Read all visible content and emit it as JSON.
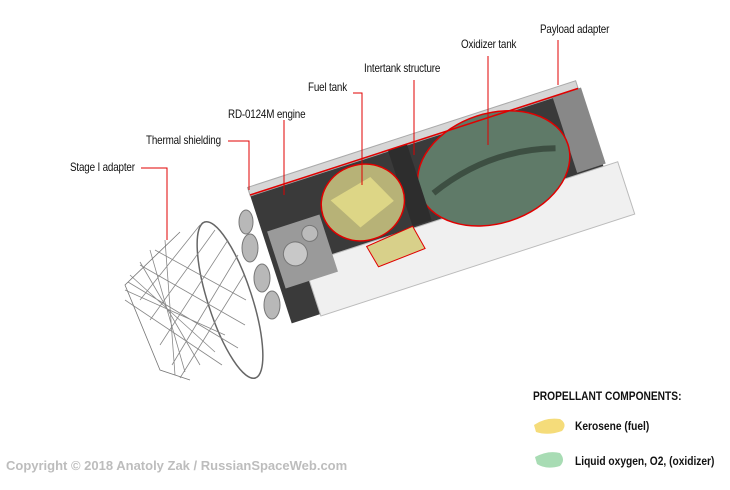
{
  "labels": {
    "payload_adapter": "Payload adapter",
    "oxidizer_tank": "Oxidizer tank",
    "intertank": "Intertank structure",
    "fuel_tank": "Fuel tank",
    "engine": "RD-0124M engine",
    "thermal_shielding": "Thermal shielding",
    "stage1_adapter": "Stage I adapter"
  },
  "legend": {
    "title": "PROPELLANT COMPONENTS:",
    "items": [
      {
        "label": "Kerosene (fuel)",
        "color": "#f5dc7a"
      },
      {
        "label": "Liquid oxygen, O2, (oxidizer)",
        "color": "#a8dcb4"
      }
    ]
  },
  "copyright": "Copyright © 2018 Anatoly Zak / RussianSpaceWeb.com",
  "colors": {
    "leader": "#e00000",
    "shell": "#d8d8d8",
    "lox_tank": "#5f7a68",
    "fuel_tank": "#c9c27a"
  }
}
